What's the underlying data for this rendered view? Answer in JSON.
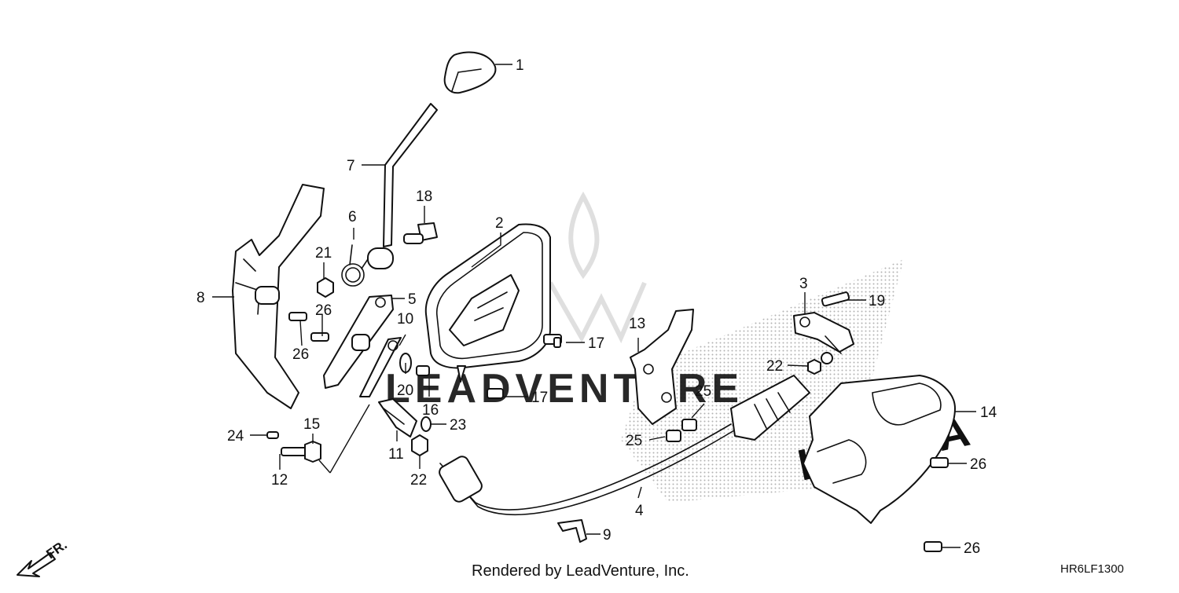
{
  "diagram": {
    "callouts": [
      "1",
      "2",
      "3",
      "4",
      "5",
      "6",
      "7",
      "8",
      "9",
      "10",
      "11",
      "12",
      "13",
      "14",
      "15",
      "16",
      "17",
      "17",
      "18",
      "19",
      "20",
      "21",
      "22",
      "22",
      "23",
      "24",
      "25",
      "25",
      "26",
      "26",
      "26",
      "26"
    ],
    "direction_label": "FR.",
    "watermark": "LEADVENTURE",
    "background_marks": "HONDA",
    "footer_credit": "Rendered by LeadVenture, Inc.",
    "drawing_code": "HR6LF1300"
  }
}
